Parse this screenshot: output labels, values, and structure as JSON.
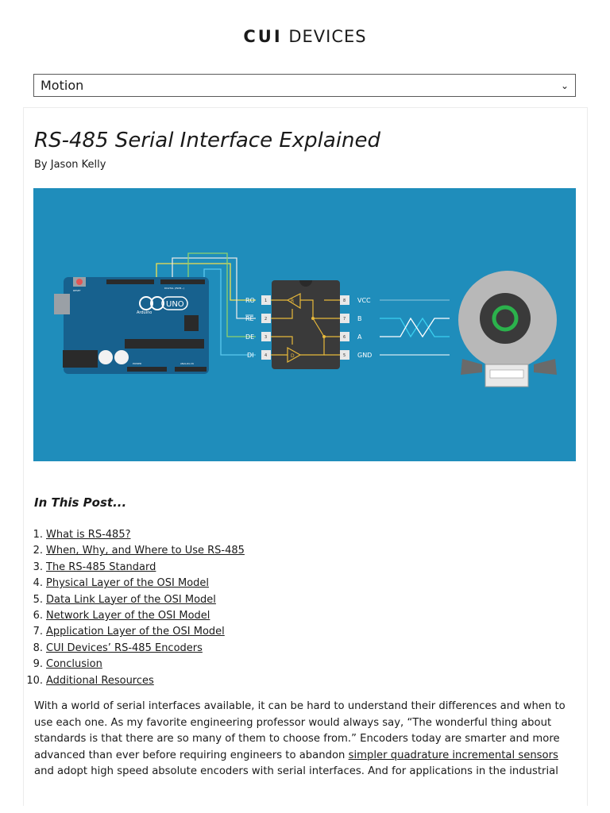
{
  "header": {
    "logo_bold": "CUI",
    "logo_light": "DEVICES"
  },
  "category_select": {
    "value": "Motion",
    "chevron_icon": "chevron-down-icon"
  },
  "article": {
    "title": "RS-485 Serial Interface Explained",
    "byline": "By Jason Kelly"
  },
  "hero_image": {
    "background_color": "#1f8dbb",
    "board_label": "UNO",
    "board_subtitle": "Arduino",
    "board_reset_label": "RESET",
    "board_digital_label": "DIGITAL (PWM~)",
    "board_power_label": "POWER",
    "board_analog_label": "ANALOG IN",
    "chip_left_pins": [
      "RO",
      "RE",
      "DE",
      "DI"
    ],
    "chip_left_numbers": [
      "1",
      "2",
      "3",
      "4"
    ],
    "chip_right_pins": [
      "VCC",
      "B",
      "A",
      "GND"
    ],
    "chip_right_numbers": [
      "8",
      "7",
      "6",
      "5"
    ],
    "chip_receiver_label": "R",
    "chip_driver_label": "D"
  },
  "toc": {
    "heading": "In This Post...",
    "items": [
      {
        "num": "1.",
        "label": "What is RS-485?"
      },
      {
        "num": "2.",
        "label": "When, Why, and Where to Use RS-485"
      },
      {
        "num": "3.",
        "label": "The RS-485 Standard"
      },
      {
        "num": "4.",
        "label": "Physical Layer of the OSI Model"
      },
      {
        "num": "5.",
        "label": "Data Link Layer of the OSI Model"
      },
      {
        "num": "6.",
        "label": "Network Layer of the OSI Model"
      },
      {
        "num": "7.",
        "label": "Application Layer of the OSI Model"
      },
      {
        "num": "8.",
        "label": "CUI Devices’ RS-485 Encoders"
      },
      {
        "num": "9.",
        "label": "Conclusion"
      },
      {
        "num": "10.",
        "label": "Additional Resources"
      }
    ]
  },
  "body": {
    "para_start": "With a world of serial interfaces available, it can be hard to understand their differences and when to use each one. As my favorite engineering professor would always say, “The wonderful thing about standards is that there are so many of them to choose from.” Encoders today are smarter and more advanced than ever before requiring engineers to abandon ",
    "para_link": "simpler quadrature incremental sensors",
    "para_end": " and adopt high speed absolute encoders with serial interfaces. And for applications in the industrial"
  }
}
